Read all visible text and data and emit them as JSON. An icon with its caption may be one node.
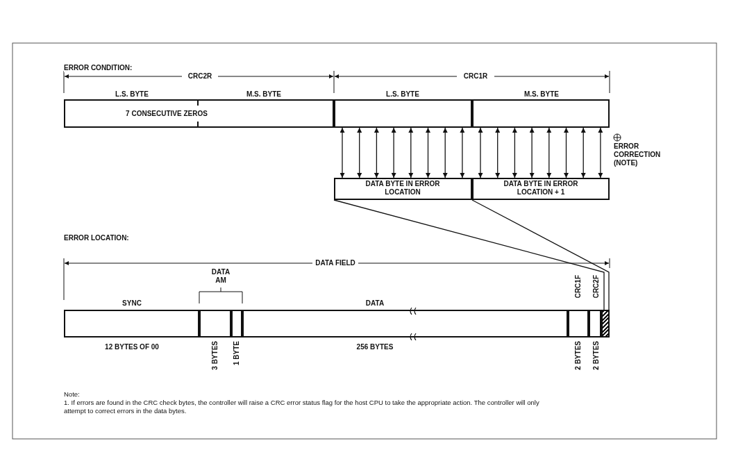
{
  "diagram": {
    "nodes": [
      {
        "text": [
          "7 CONSECUTIVE ZEROS"
        ],
        "beside": [
          "L.S. BYTE",
          "M.S. BYTE"
        ]
      },
      {
        "text": [],
        "shape": "box",
        "beside": [
          "L.S. BYTE"
        ]
      },
      {
        "text": [],
        "shape": "box",
        "beside": [
          "M.S. BYTE"
        ]
      },
      {
        "text": [
          "DATA BYTE IN ERROR LOCATION"
        ]
      },
      {
        "text": [
          "DATA BYTE IN ERROR LOCATION + 1"
        ]
      },
      {
        "text": [
          "SYNC",
          "12 BYTES OF 00"
        ]
      },
      {
        "text": [
          "3 BYTES"
        ]
      },
      {
        "text": [
          "1 BYTE"
        ]
      },
      {
        "text": [
          "DATA",
          "256 BYTES"
        ]
      },
      {
        "text": [
          "CRC1F",
          "2 BYTES"
        ]
      },
      {
        "text": [
          "CRC2F",
          "2 BYTES"
        ]
      },
      {
        "text": [],
        "shape": "box"
      }
    ],
    "edges": [
      {
        "from": 1,
        "to": 3,
        "arrow": "both"
      },
      {
        "from": 1,
        "to": 3,
        "arrow": "both"
      },
      {
        "from": 1,
        "to": 3,
        "arrow": "both"
      },
      {
        "from": 1,
        "to": 3,
        "arrow": "both"
      },
      {
        "from": 1,
        "to": 3,
        "arrow": "both"
      },
      {
        "from": 1,
        "to": 3,
        "arrow": "both"
      },
      {
        "from": 1,
        "to": 3,
        "arrow": "both"
      },
      {
        "from": 1,
        "to": 3,
        "arrow": "both"
      },
      {
        "from": 2,
        "to": 4,
        "arrow": "both"
      },
      {
        "from": 2,
        "to": 4,
        "arrow": "both"
      },
      {
        "from": 2,
        "to": 4,
        "arrow": "both"
      },
      {
        "from": 2,
        "to": 4,
        "arrow": "both"
      },
      {
        "from": 2,
        "to": 4,
        "arrow": "both"
      },
      {
        "from": 2,
        "to": 4,
        "arrow": "both"
      },
      {
        "from": 2,
        "to": 4,
        "arrow": "both"
      },
      {
        "from": 2,
        "to": 4,
        "arrow": "both"
      },
      {
        "from": 3,
        "to": 11,
        "arrow": "none"
      },
      {
        "from": 3,
        "to": 11,
        "arrow": "none"
      }
    ],
    "labels": [
      "ERROR CONDITION:",
      "CRC2R",
      "CRC1R",
      "ERROR CORRECTION (NOTE)",
      "ERROR LOCATION:",
      "DATA FIELD",
      "DATA AM",
      "Note:",
      "1. If errors are found in the CRC check bytes, the controller will raise a CRC error status flag for the host CPU to take the appropriate action. The controller will only attempt to correct errors in the data bytes."
    ]
  }
}
